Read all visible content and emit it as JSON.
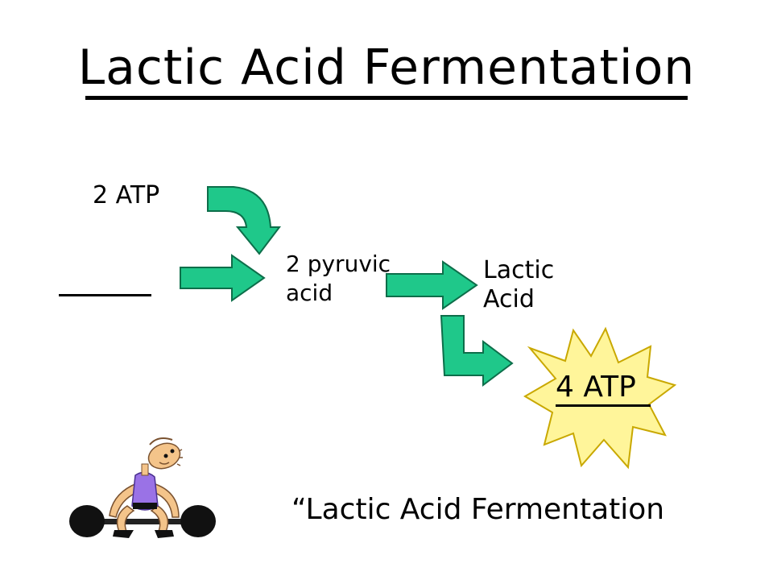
{
  "title": "Lactic Acid Fermentation",
  "labels": {
    "atp_input": "2 ATP",
    "pyruvic_line1": "2 pyruvic",
    "pyruvic_line2": "acid",
    "lactic_line1": "Lactic",
    "lactic_line2": "Acid",
    "atp_output": "4 ATP"
  },
  "caption": "“Lactic Acid Fermentation",
  "colors": {
    "arrow_fill": "#1fc88a",
    "arrow_stroke": "#0d6e4a",
    "burst_fill": "#fff59a",
    "burst_stroke": "#c9a800",
    "figure_shirt": "#9a72e6"
  },
  "icons": [
    "curved-arrow-icon",
    "right-arrow-icon",
    "bent-arrow-icon",
    "star-burst-icon",
    "weightlifter-icon"
  ]
}
